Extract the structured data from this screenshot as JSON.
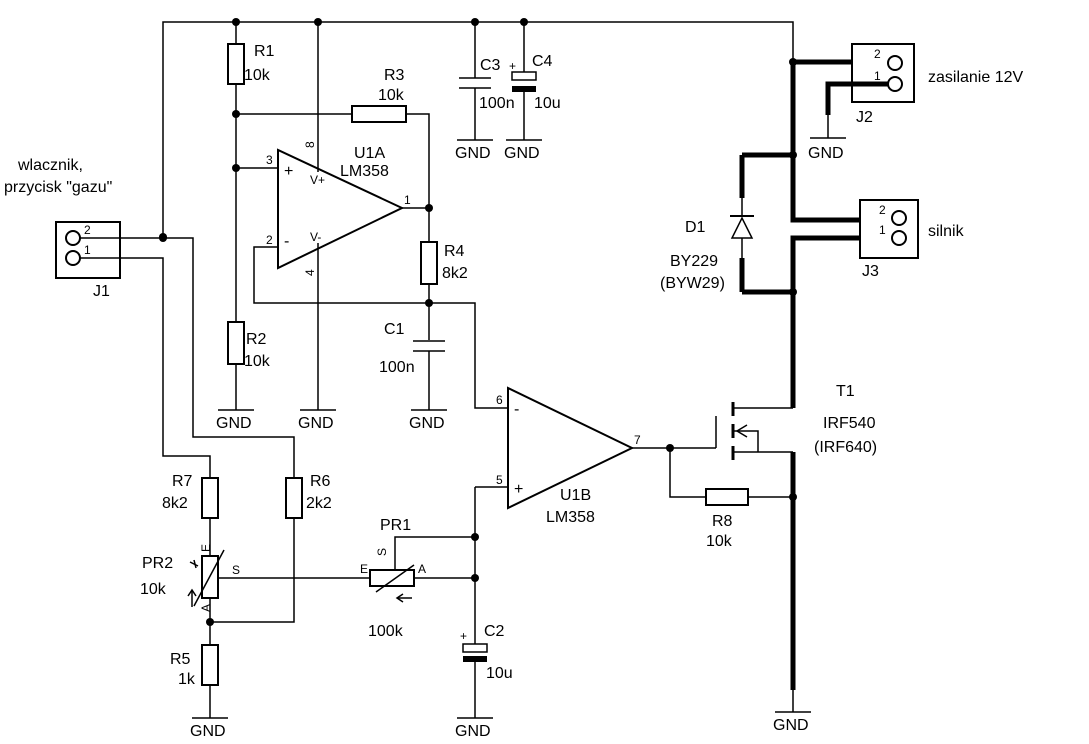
{
  "labels": {
    "r1": "R1",
    "r1v": "10k",
    "r2": "R2",
    "r2v": "10k",
    "r3": "R3",
    "r3v": "10k",
    "r4": "R4",
    "r4v": "8k2",
    "r5": "R5",
    "r5v": "1k",
    "r6": "R6",
    "r6v": "2k2",
    "r7": "R7",
    "r7v": "8k2",
    "r8": "R8",
    "r8v": "10k",
    "c1": "C1",
    "c1v": "100n",
    "c2": "C2",
    "c2v": "10u",
    "c3": "C3",
    "c3v": "100n",
    "c4": "C4",
    "c4v": "10u",
    "pr1": "PR1",
    "pr1v": "100k",
    "pr2": "PR2",
    "pr2v": "10k",
    "u1a": "U1A",
    "u1a_part": "LM358",
    "u1b": "U1B",
    "u1b_part": "LM358",
    "d1": "D1",
    "d1v": "BY229",
    "d1alt": "(BYW29)",
    "t1": "T1",
    "t1v": "IRF540",
    "t1alt": "(IRF640)",
    "j1": "J1",
    "j2": "J2",
    "j3": "J3",
    "j1_desc_1": "wlacznik,",
    "j1_desc_2": "przycisk \"gazu\"",
    "j2_desc": "zasilanie 12V",
    "j3_desc": "silnik",
    "gnd": "GND",
    "plus": "+",
    "minus": "-",
    "vplus": "V+",
    "vminus": "V-",
    "pin1": "1",
    "pin2": "2",
    "pin3": "3",
    "pin4": "4",
    "pin5": "5",
    "pin6": "6",
    "pin7": "7",
    "pin8": "8",
    "pot_e": "E",
    "pot_s": "S",
    "pot_a": "A"
  }
}
